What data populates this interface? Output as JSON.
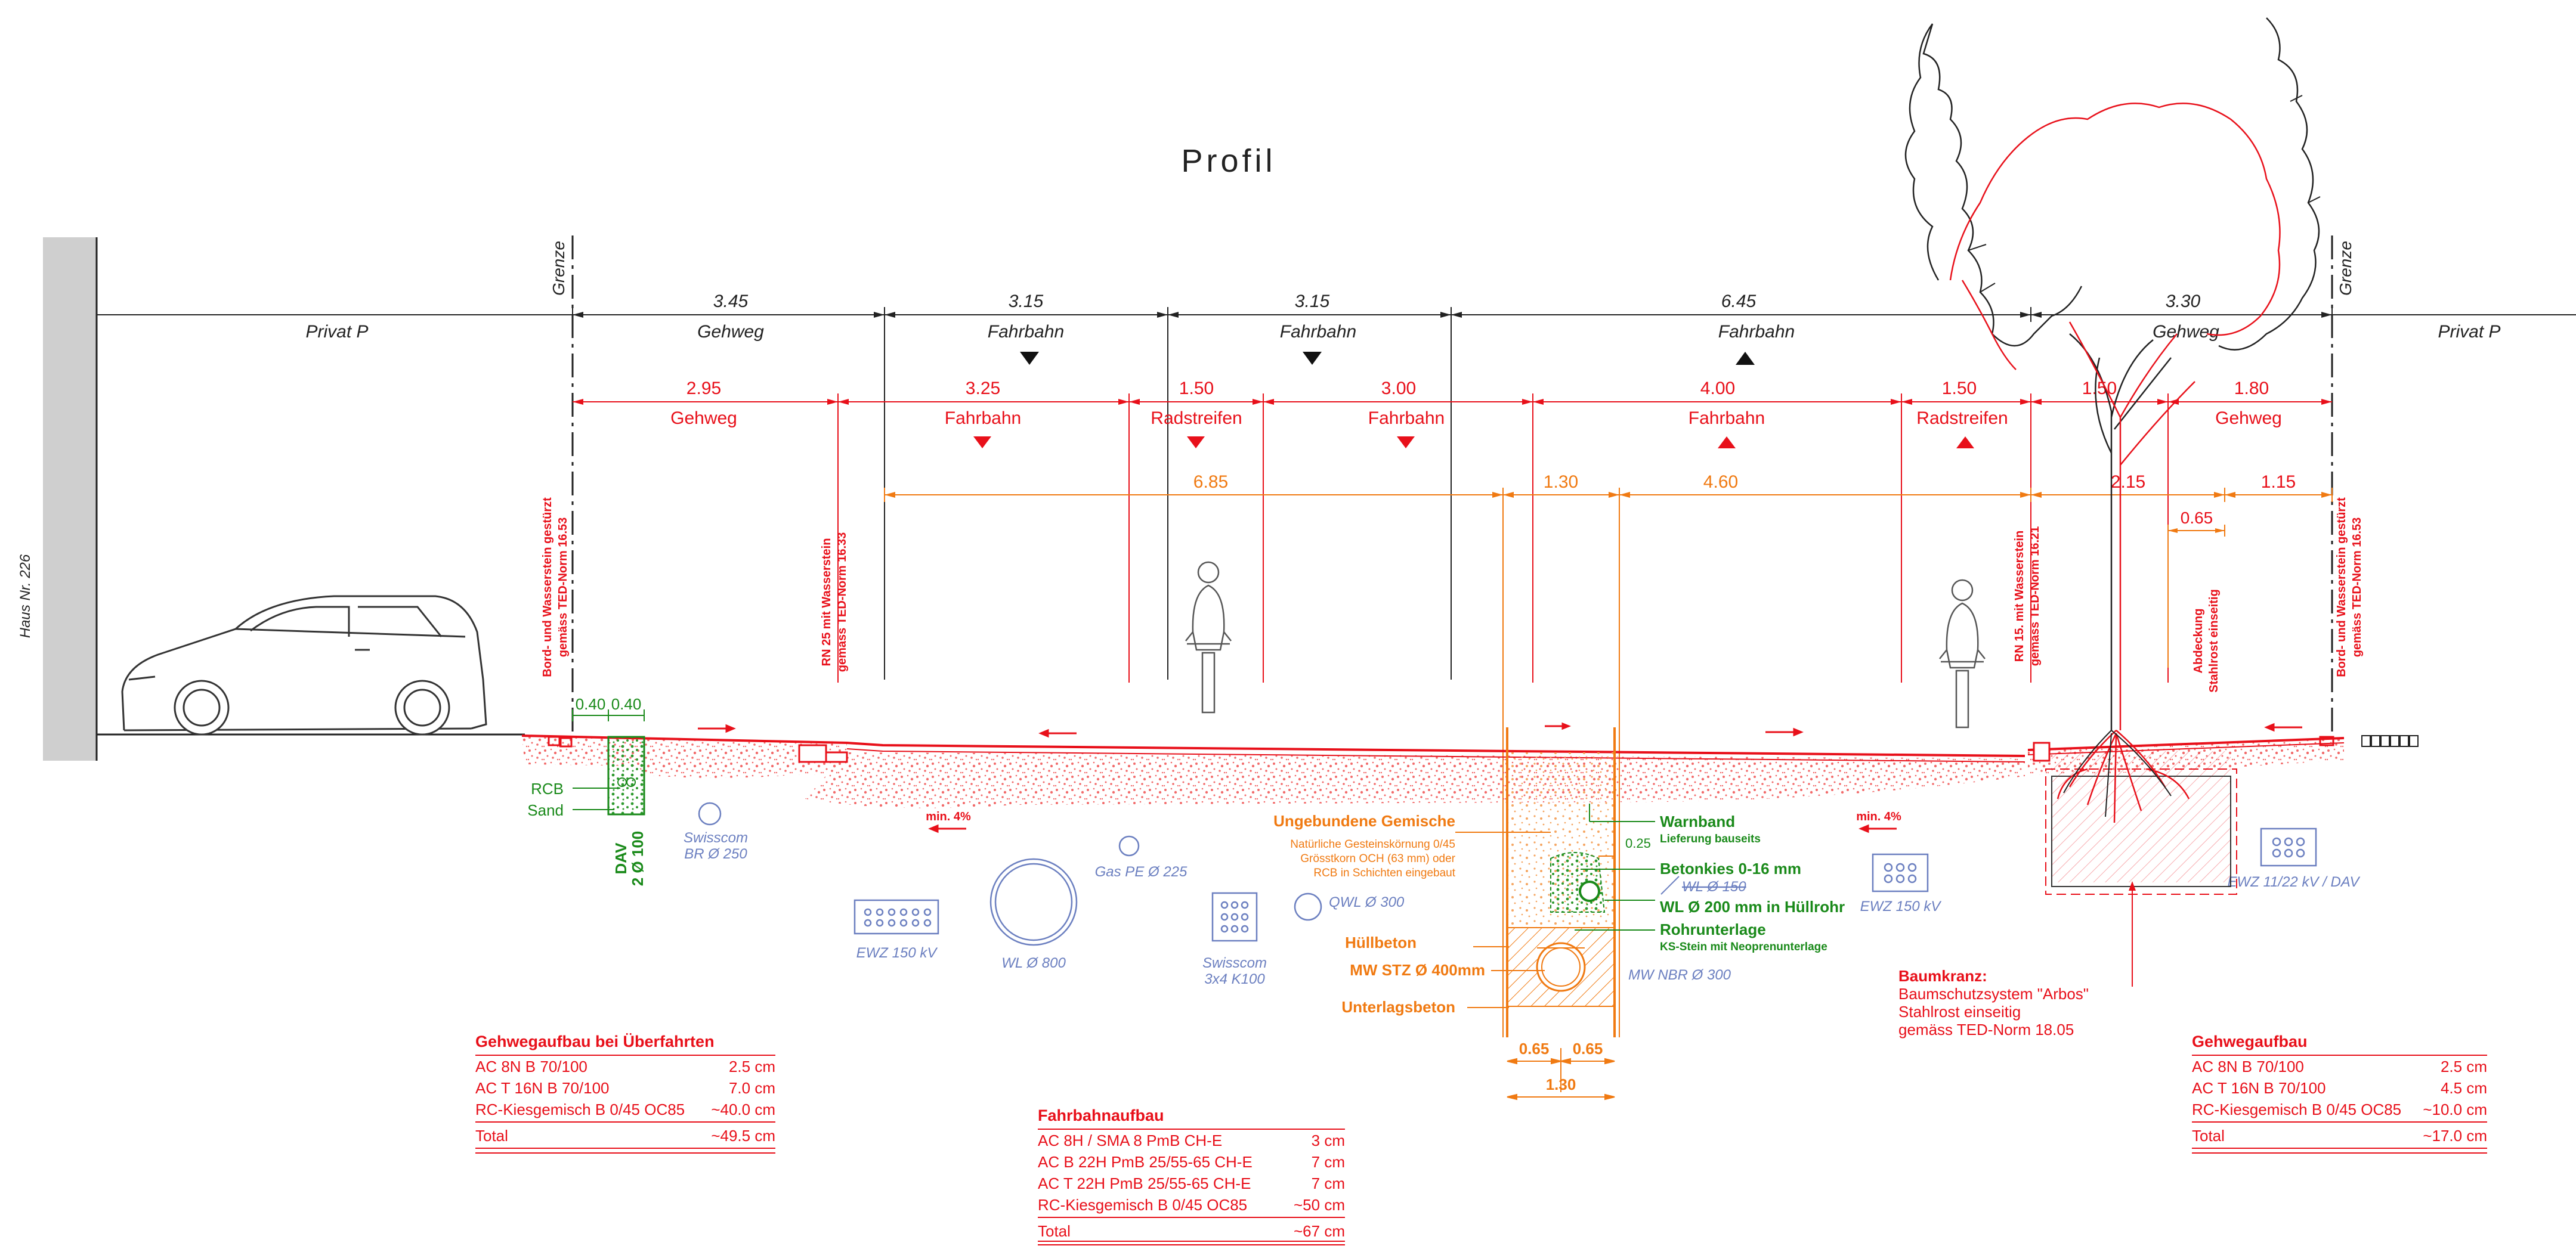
{
  "title": "Profil",
  "left_labels": {
    "haus": "Haus Nr. 226",
    "privat_left": "Privat P",
    "privat_right": "Privat P",
    "grenze_left": "Grenze",
    "grenze_right": "Grenze"
  },
  "black_dims": {
    "values": [
      "3.45",
      "3.15",
      "3.15",
      "6.45",
      "3.30"
    ],
    "labels": [
      "Gehweg",
      "Fahrbahn",
      "Fahrbahn",
      "Fahrbahn",
      "Gehweg"
    ]
  },
  "red_dims": {
    "values": [
      "2.95",
      "3.25",
      "1.50",
      "3.00",
      "4.00",
      "1.50",
      "1.50",
      "1.80"
    ],
    "labels": [
      "Gehweg",
      "Fahrbahn",
      "Radstreifen",
      "Fahrbahn",
      "Fahrbahn",
      "Radstreifen",
      "Gehweg"
    ]
  },
  "orange_dims": {
    "values": [
      "6.85",
      "1.30",
      "4.60",
      "2.15",
      "1.15"
    ],
    "sub": "0.65"
  },
  "vertical_notes": {
    "n1a": "Bord- und Wasserstein gestürzt",
    "n1b": "gemäss TED-Norm 16.53",
    "n2a": "RN 25 mit Wasserstein",
    "n2b": "gemäss TED-Norm 16.33",
    "n3a": "RN 15. mit Wasserstein",
    "n3b": "gemäss TED-Norm 16.21",
    "n4a": "Abdeckung",
    "n4b": "Stahlrost einseitig",
    "n5a": "Bord- und Wasserstein gestürzt",
    "n5b": "gemäss TED-Norm 16.53"
  },
  "dav": {
    "w1": "0.40",
    "w2": "0.40",
    "rcb": "RCB",
    "sand": "Sand",
    "dav": "DAV",
    "pipes": "2 Ø 100"
  },
  "slopes": [
    "min. 4%",
    "min. 4%"
  ],
  "utilities": {
    "swisscom_br_a": "Swisscom",
    "swisscom_br_b": "BR Ø 250",
    "ewz_left": "EWZ 150 kV",
    "wl_800": "WL Ø 800",
    "gas": "Gas PE Ø 225",
    "qwl": "QWL Ø 300",
    "swisscom_k_a": "Swisscom",
    "swisscom_k_b": "3x4 K100",
    "mw_nbr": "MW NBR Ø 300",
    "ewz_mid": "EWZ 150 kV",
    "ewz_right": "EWZ 11/22 kV / DAV"
  },
  "trench": {
    "ungebunden": "Ungebundene Gemische",
    "ung_t1": "Natürliche Gesteinskörnung 0/45",
    "ung_t2": "Grösstkorn OCH (63 mm) oder",
    "ung_t3": "RCB in Schichten eingebaut",
    "huellbeton": "Hüllbeton",
    "mw_stz": "MW STZ Ø 400mm",
    "unterlagsbeton": "Unterlagsbeton",
    "warnband": "Warnband",
    "warnband_sub": "Lieferung bauseits",
    "d025": "0.25",
    "betonkies": "Betonkies 0-16 mm",
    "wl150": "WL Ø 150",
    "wl200": "WL Ø 200 mm in Hüllrohr",
    "rohrunterlage": "Rohrunterlage",
    "rohr_sub": "KS-Stein mit Neoprenunterlage",
    "w_a": "0.65",
    "w_b": "0.65",
    "w_total": "1.30"
  },
  "baumkranz": {
    "title": "Baumkranz:",
    "l1": "Baumschutzsystem \"Arbos\"",
    "l2": "Stahlrost einseitig",
    "l3": "gemäss TED-Norm 18.05"
  },
  "table_left": {
    "title": "Gehwegaufbau bei Überfahrten",
    "rows": [
      [
        "AC 8N B 70/100",
        "2.5 cm"
      ],
      [
        "AC T 16N  B 70/100",
        "7.0 cm"
      ],
      [
        "RC-Kiesgemisch B 0/45 OC85",
        "~40.0 cm"
      ]
    ],
    "total": [
      "Total",
      "~49.5 cm"
    ]
  },
  "table_mid": {
    "title": "Fahrbahnaufbau",
    "rows": [
      [
        "AC 8H / SMA 8 PmB CH-E",
        "3 cm"
      ],
      [
        "AC B 22H PmB 25/55-65 CH-E",
        "7 cm"
      ],
      [
        "AC T 22H PmB 25/55-65 CH-E",
        "7 cm"
      ],
      [
        "RC-Kiesgemisch B 0/45 OC85",
        "~50 cm"
      ]
    ],
    "total": [
      "Total",
      "~67 cm"
    ]
  },
  "table_right": {
    "title": "Gehwegaufbau",
    "rows": [
      [
        "AC 8N B 70/100",
        "2.5 cm"
      ],
      [
        "AC T 16N  B 70/100",
        "4.5 cm"
      ],
      [
        "RC-Kiesgemisch B 0/45 OC85",
        "~10.0 cm"
      ]
    ],
    "total": [
      "Total",
      "~17.0 cm"
    ]
  }
}
